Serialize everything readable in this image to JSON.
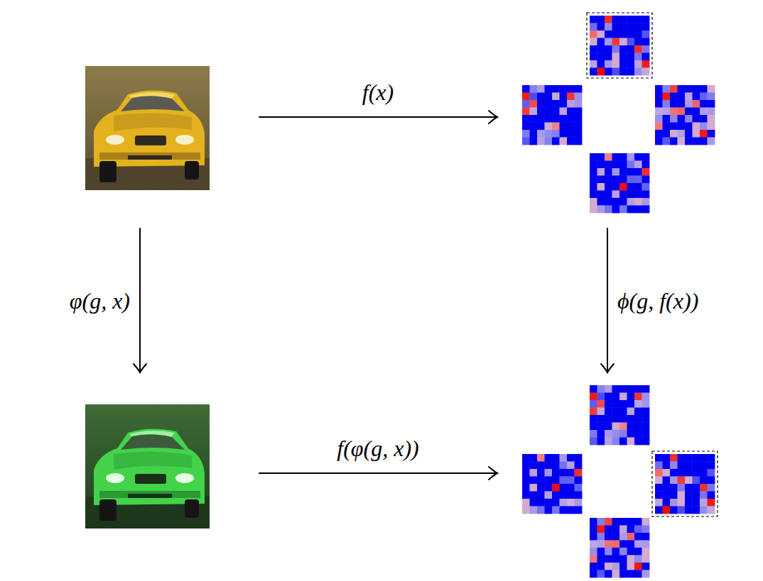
{
  "diagram": {
    "labels": [
      "f(x)",
      "φ(g, x)",
      "ϕ(g, f(x))",
      "f(φ(g, x))"
    ]
  }
}
